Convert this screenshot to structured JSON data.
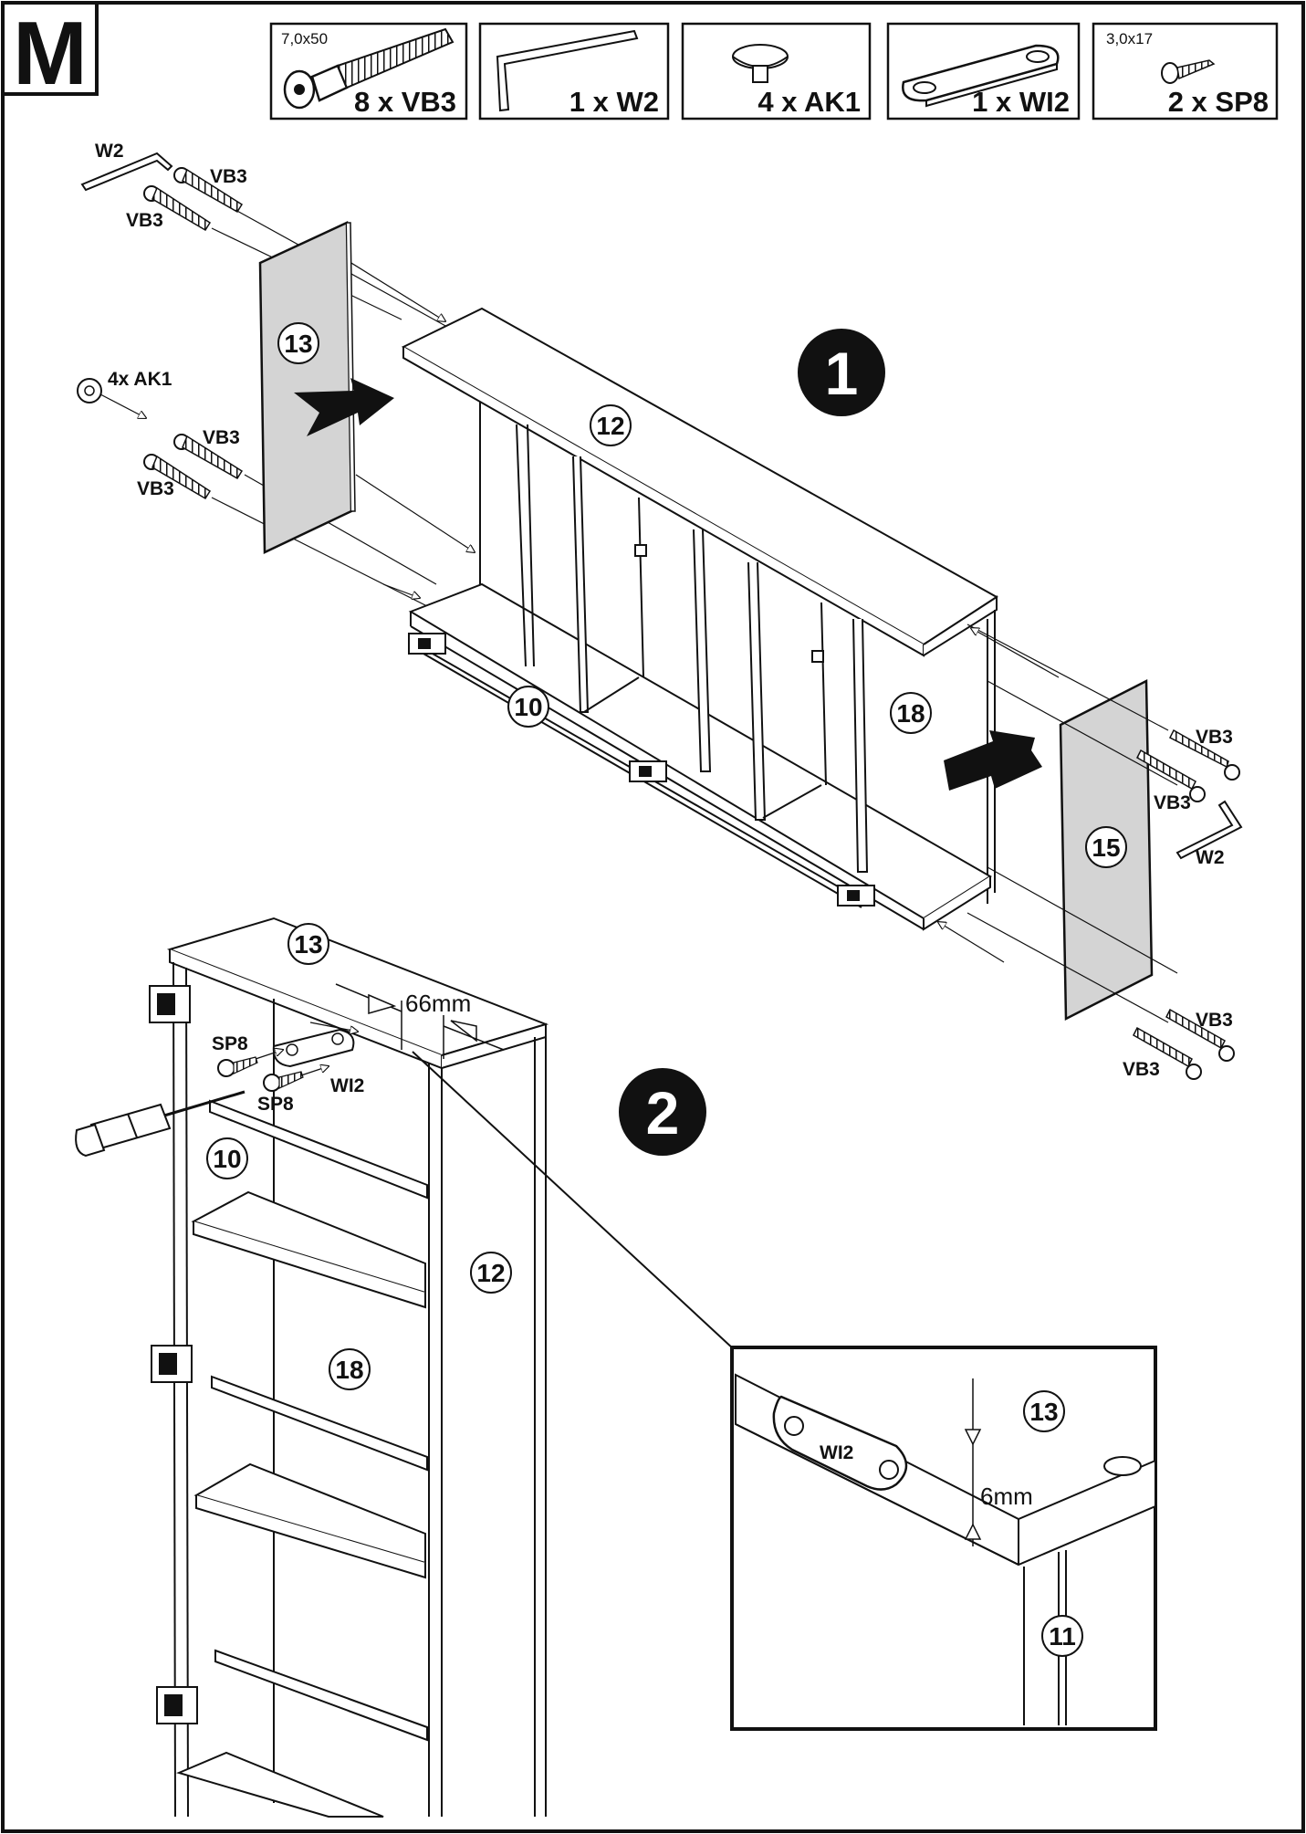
{
  "page_letter": "M",
  "hardware": [
    {
      "code": "VB3",
      "qty_label": "8 x VB3",
      "size": "7,0x50",
      "icon": "cam-bolt-icon"
    },
    {
      "code": "W2",
      "qty_label": "1 x W2",
      "size": "",
      "icon": "allen-key-icon"
    },
    {
      "code": "AK1",
      "qty_label": "4 x AK1",
      "size": "",
      "icon": "cover-cap-icon"
    },
    {
      "code": "WI2",
      "qty_label": "1 x WI2",
      "size": "",
      "icon": "connector-plate-icon"
    },
    {
      "code": "SP8",
      "qty_label": "2 x SP8",
      "size": "3,0x17",
      "icon": "screw-icon"
    }
  ],
  "steps": [
    {
      "number": "1"
    },
    {
      "number": "2"
    }
  ],
  "step1": {
    "parts": [
      "13",
      "12",
      "10",
      "18",
      "15"
    ],
    "labels": {
      "w2_left": "W2",
      "vb3_a": "VB3",
      "vb3_b": "VB3",
      "ak1": "4x AK1",
      "vb3_c": "VB3",
      "vb3_d": "VB3",
      "vb3_e": "VB3",
      "vb3_f": "VB3",
      "w2_right": "W2",
      "vb3_g": "VB3",
      "vb3_h": "VB3"
    }
  },
  "step2": {
    "parts": [
      "13",
      "10",
      "12",
      "18"
    ],
    "labels": {
      "sp8_a": "SP8",
      "sp8_b": "SP8",
      "wi2": "WI2"
    },
    "dimension": "66mm"
  },
  "detail": {
    "parts": [
      "13",
      "11"
    ],
    "label": "WI2",
    "dimension": "6mm"
  }
}
